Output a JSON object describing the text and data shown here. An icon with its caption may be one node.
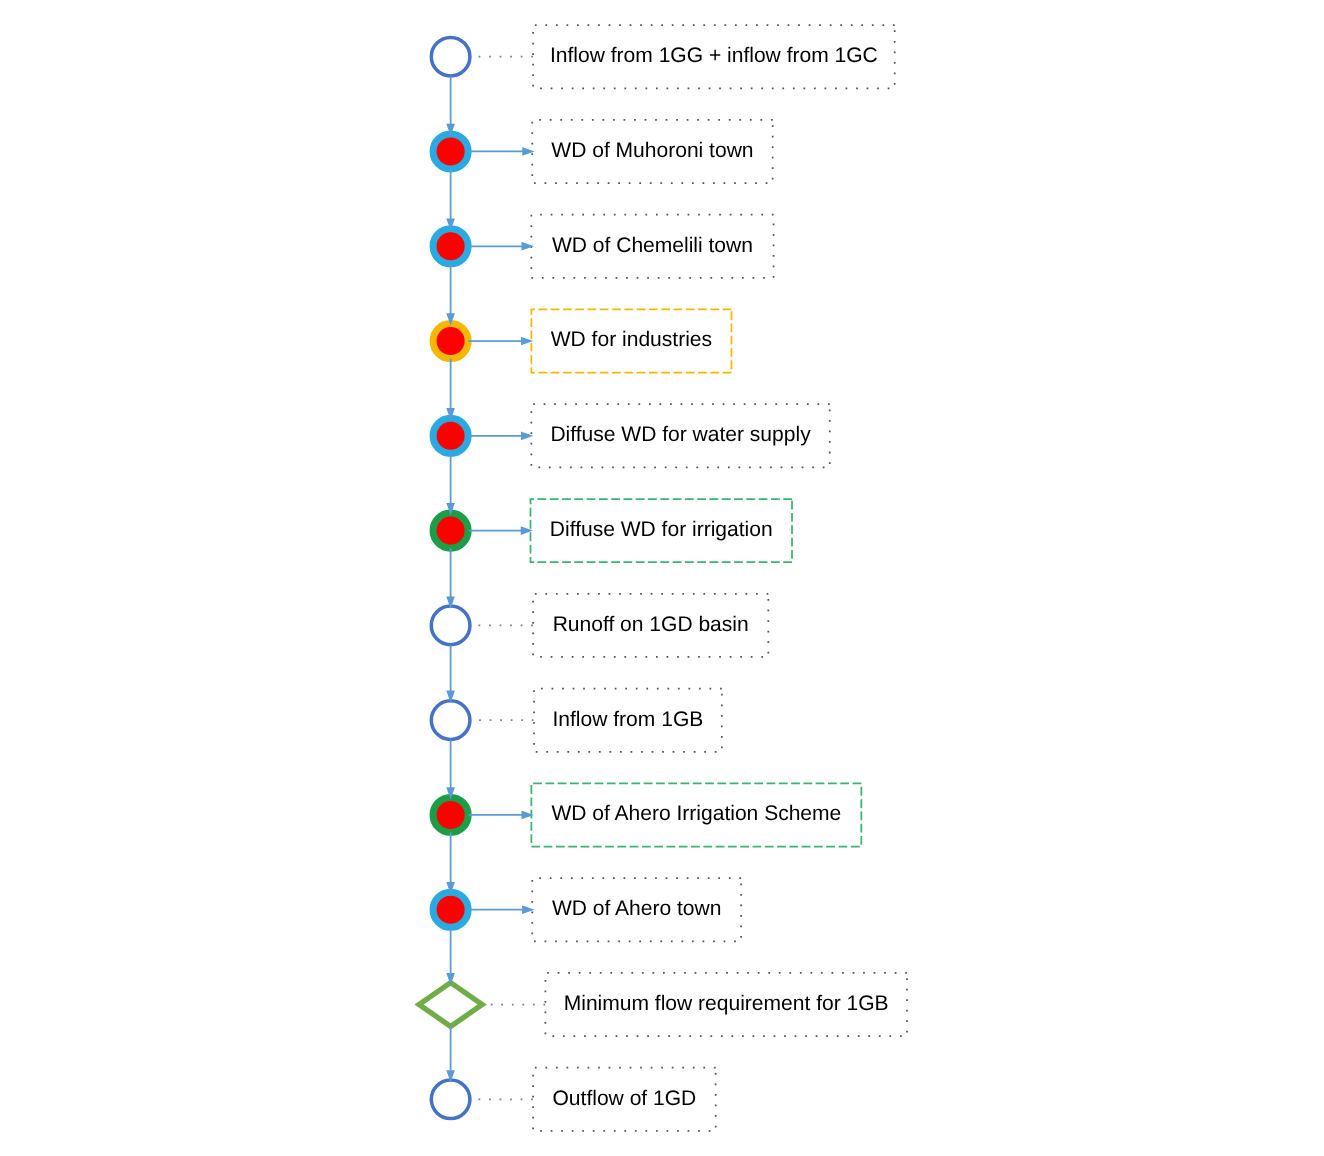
{
  "diagram": {
    "nodes": [
      {
        "text": [],
        "shape": "circle"
      },
      {
        "text": [
          "Inflow from 1GG + inflow from 1GC"
        ]
      },
      {
        "text": [
          "WD of Muhoroni town"
        ]
      },
      {
        "text": [],
        "shape": "circle"
      },
      {
        "text": [
          "WD of Chemelili town"
        ]
      },
      {
        "text": [],
        "shape": "circle"
      },
      {
        "text": [
          "WD for industries"
        ]
      },
      {
        "text": [],
        "shape": "circle"
      },
      {
        "text": [
          "Diffuse WD for water supply"
        ]
      },
      {
        "text": [],
        "shape": "circle"
      },
      {
        "text": [
          "Diffuse WD for irrigation"
        ]
      },
      {
        "text": [],
        "shape": "circle"
      },
      {
        "text": [],
        "shape": "circle"
      },
      {
        "text": [
          "Runoff on 1GD basin"
        ]
      },
      {
        "text": [],
        "shape": "circle"
      },
      {
        "text": [
          "Inflow from 1GB"
        ]
      },
      {
        "text": [
          "WD of Ahero Irrigation Scheme"
        ]
      },
      {
        "text": [],
        "shape": "circle"
      },
      {
        "text": [
          "WD of Ahero town"
        ]
      },
      {
        "text": [],
        "shape": "circle"
      },
      {
        "text": [],
        "shape": "diamond"
      },
      {
        "text": [
          "Minimum flow requirement for 1GB"
        ]
      },
      {
        "text": [],
        "shape": "circle"
      },
      {
        "text": [
          "Outflow of 1GD"
        ]
      }
    ],
    "edges": [
      {
        "from": 1,
        "to": 0,
        "arrow": "none",
        "style": "dashed",
        "color": "#808080"
      },
      {
        "from": 0,
        "to": 3,
        "arrow": "to"
      },
      {
        "from": 3,
        "to": 2,
        "arrow": "to"
      },
      {
        "from": 3,
        "to": 5,
        "arrow": "to"
      },
      {
        "from": 5,
        "to": 4,
        "arrow": "to"
      },
      {
        "from": 5,
        "to": 7,
        "arrow": "to"
      },
      {
        "from": 7,
        "to": 6,
        "arrow": "to"
      },
      {
        "from": 7,
        "to": 9,
        "arrow": "to"
      },
      {
        "from": 9,
        "to": 8,
        "arrow": "to"
      },
      {
        "from": 9,
        "to": 11,
        "arrow": "to"
      },
      {
        "from": 11,
        "to": 10,
        "arrow": "to"
      },
      {
        "from": 11,
        "to": 12,
        "arrow": "to"
      },
      {
        "from": 13,
        "to": 12,
        "arrow": "none",
        "style": "dashed",
        "color": "#808080"
      },
      {
        "from": 12,
        "to": 14,
        "arrow": "to"
      },
      {
        "from": 15,
        "to": 14,
        "arrow": "none",
        "style": "dashed",
        "color": "#808080"
      },
      {
        "from": 14,
        "to": 17,
        "arrow": "to"
      },
      {
        "from": 17,
        "to": 16,
        "arrow": "to"
      },
      {
        "from": 17,
        "to": 19,
        "arrow": "to"
      },
      {
        "from": 19,
        "to": 18,
        "arrow": "to"
      },
      {
        "from": 19,
        "to": 20,
        "arrow": "to"
      },
      {
        "from": 21,
        "to": 20,
        "arrow": "none",
        "style": "dashed",
        "color": "#808080"
      },
      {
        "from": 20,
        "to": 22,
        "arrow": "to"
      },
      {
        "from": 23,
        "to": 22,
        "arrow": "none",
        "style": "dashed",
        "color": "#808080"
      }
    ]
  }
}
